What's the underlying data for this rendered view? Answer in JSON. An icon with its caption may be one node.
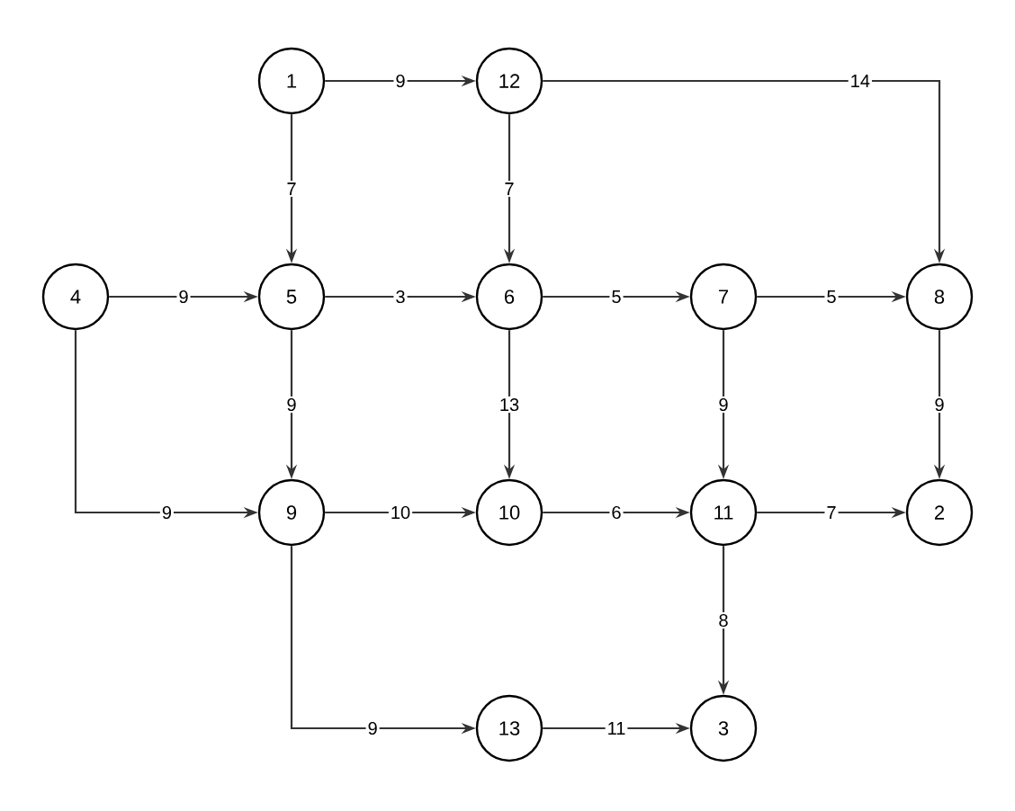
{
  "diagram": {
    "nodes": [
      {
        "text": [
          "1"
        ]
      },
      {
        "text": [
          "12"
        ]
      },
      {
        "text": [
          "4"
        ]
      },
      {
        "text": [
          "5"
        ]
      },
      {
        "text": [
          "6"
        ]
      },
      {
        "text": [
          "7"
        ]
      },
      {
        "text": [
          "8"
        ]
      },
      {
        "text": [
          "9"
        ]
      },
      {
        "text": [
          "10"
        ]
      },
      {
        "text": [
          "11"
        ]
      },
      {
        "text": [
          "2"
        ]
      },
      {
        "text": [
          "13"
        ]
      },
      {
        "text": [
          "3"
        ]
      }
    ],
    "edges": [
      {
        "from": 0,
        "to": 1,
        "arrow": "to",
        "label": "9"
      },
      {
        "from": 1,
        "to": 6,
        "arrow": "to",
        "label": "14"
      },
      {
        "from": 0,
        "to": 3,
        "arrow": "to",
        "label": "7"
      },
      {
        "from": 1,
        "to": 4,
        "arrow": "to",
        "label": "7"
      },
      {
        "from": 2,
        "to": 3,
        "arrow": "to",
        "label": "9"
      },
      {
        "from": 2,
        "to": 7,
        "arrow": "to",
        "label": "9"
      },
      {
        "from": 3,
        "to": 4,
        "arrow": "to",
        "label": "3"
      },
      {
        "from": 4,
        "to": 5,
        "arrow": "to",
        "label": "5"
      },
      {
        "from": 5,
        "to": 6,
        "arrow": "to",
        "label": "5"
      },
      {
        "from": 3,
        "to": 7,
        "arrow": "to",
        "label": "9"
      },
      {
        "from": 4,
        "to": 8,
        "arrow": "to",
        "label": "13"
      },
      {
        "from": 5,
        "to": 9,
        "arrow": "to",
        "label": "9"
      },
      {
        "from": 6,
        "to": 10,
        "arrow": "to",
        "label": "9"
      },
      {
        "from": 7,
        "to": 8,
        "arrow": "to",
        "label": "10"
      },
      {
        "from": 8,
        "to": 9,
        "arrow": "to",
        "label": "6"
      },
      {
        "from": 9,
        "to": 10,
        "arrow": "to",
        "label": "7"
      },
      {
        "from": 9,
        "to": 12,
        "arrow": "to",
        "label": "8"
      },
      {
        "from": 7,
        "to": 11,
        "arrow": "to",
        "label": "9"
      },
      {
        "from": 11,
        "to": 12,
        "arrow": "to",
        "label": "11"
      }
    ]
  }
}
